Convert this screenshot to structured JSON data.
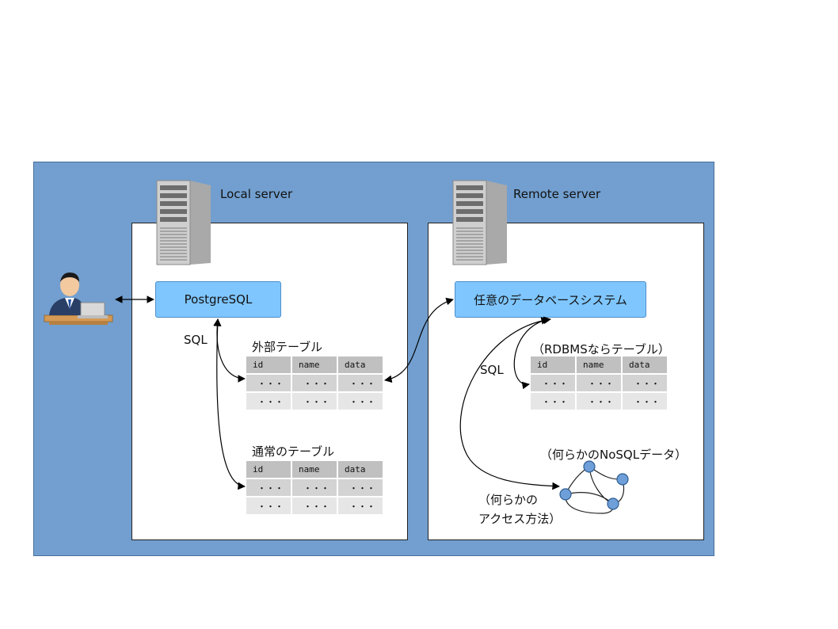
{
  "local": {
    "title": "Local server",
    "db": "PostgreSQL",
    "sql_label": "SQL"
  },
  "remote": {
    "title": "Remote server",
    "db": "任意のデータベースシステム",
    "sql_label": "SQL"
  },
  "tables": {
    "foreign": {
      "title": "外部テーブル",
      "headers": [
        "id",
        "name",
        "data"
      ],
      "rows": [
        [
          "・・・",
          "・・・",
          "・・・"
        ],
        [
          "・・・",
          "・・・",
          "・・・"
        ]
      ]
    },
    "normal": {
      "title": "通常のテーブル",
      "headers": [
        "id",
        "name",
        "data"
      ],
      "rows": [
        [
          "・・・",
          "・・・",
          "・・・"
        ],
        [
          "・・・",
          "・・・",
          "・・・"
        ]
      ]
    },
    "remote": {
      "title": "（RDBMSならテーブル）",
      "headers": [
        "id",
        "name",
        "data"
      ],
      "rows": [
        [
          "・・・",
          "・・・",
          "・・・"
        ],
        [
          "・・・",
          "・・・",
          "・・・"
        ]
      ]
    }
  },
  "nosql": {
    "title": "（何らかのNoSQLデータ）",
    "access_line1": "（何らかの",
    "access_line2": "アクセス方法）"
  },
  "colors": {
    "outer": "#729fcf",
    "db_box": "#7fc6ff",
    "node": "#6f9fd8"
  },
  "icons": {
    "user": "user-at-laptop-icon",
    "server": "server-tower-icon"
  }
}
